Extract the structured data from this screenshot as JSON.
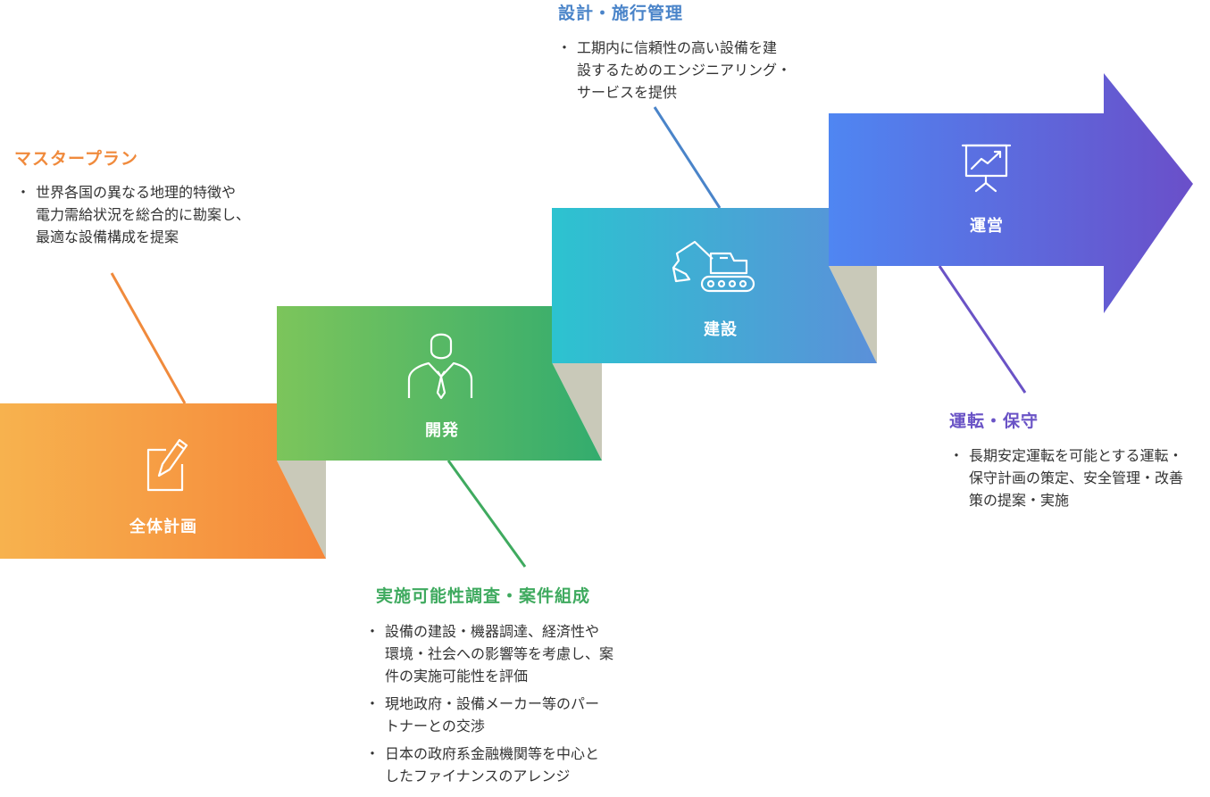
{
  "stages": [
    {
      "id": "planning",
      "label": "全体計画",
      "icon": "pencil-note-icon",
      "colors": [
        "#f7b24e",
        "#f5873a"
      ]
    },
    {
      "id": "development",
      "label": "開発",
      "icon": "businessman-icon",
      "colors": [
        "#7cc55b",
        "#33ac6e"
      ]
    },
    {
      "id": "construction",
      "label": "建設",
      "icon": "excavator-icon",
      "colors": [
        "#2cc3d0",
        "#5b90d9"
      ]
    },
    {
      "id": "operation",
      "label": "運営",
      "icon": "presentation-chart-icon",
      "colors": [
        "#4f86f2",
        "#6a4fc9"
      ]
    }
  ],
  "callouts": {
    "masterplan": {
      "title": "マスタープラン",
      "color": "#f08a3c",
      "bullets": [
        "世界各国の異なる地理的特徴や\n電力需給状況を総合的に勘案し、\n最適な設備構成を提案"
      ]
    },
    "feasibility": {
      "title": "実施可能性調査・案件組成",
      "color": "#3faa5f",
      "bullets": [
        "設備の建設・機器調達、経済性や\n環境・社会への影響等を考慮し、案\n件の実施可能性を評価",
        "現地政府・設備メーカー等のパー\nトナーとの交渉",
        "日本の政府系金融機関等を中心と\nしたファイナンスのアレンジ"
      ]
    },
    "design": {
      "title": "設計・施行管理",
      "color": "#4a84c9",
      "bullets": [
        "工期内に信頼性の高い設備を建\n設するためのエンジニアリング・\nサービスを提供"
      ]
    },
    "maintenance": {
      "title": "運転・保守",
      "color": "#6a53c6",
      "bullets": [
        "長期安定運転を可能とする運転・\n保守計画の策定、安全管理・改善\n策の提案・実施"
      ]
    }
  },
  "bullet_char": "・",
  "shadow_color": "#c9c9b9"
}
